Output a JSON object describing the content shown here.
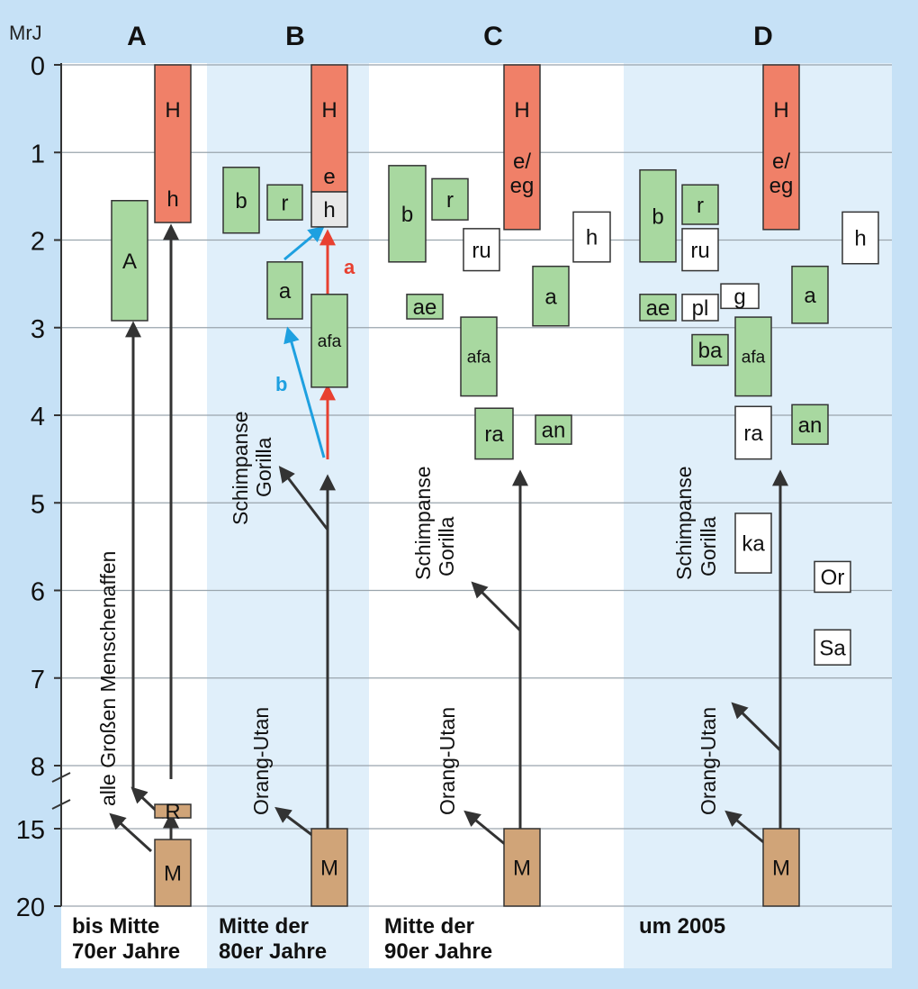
{
  "axis": {
    "unit": "MrJ",
    "ticks": [
      "0",
      "1",
      "2",
      "3",
      "4",
      "5",
      "6",
      "7",
      "8",
      "15",
      "20"
    ]
  },
  "columns": [
    {
      "letter": "A",
      "caption": [
        "bis Mitte",
        "70er Jahre"
      ]
    },
    {
      "letter": "B",
      "caption": [
        "Mitte der",
        "80er Jahre"
      ]
    },
    {
      "letter": "C",
      "caption": [
        "Mitte der",
        "90er Jahre"
      ]
    },
    {
      "letter": "D",
      "caption": [
        "um 2005"
      ]
    }
  ],
  "colors": {
    "homo": "#f08068",
    "green": "#a8d8a0",
    "brown": "#d0a478",
    "white": "#ffffff",
    "gray": "#e8e8e8",
    "red_arrow": "#e84030",
    "blue_arrow": "#1ea0e0",
    "line": "#333333"
  },
  "boxes": {
    "A": [
      {
        "label": "H",
        "label2": "h",
        "start": 0,
        "end": 1.8,
        "fill": "homo"
      },
      {
        "label": "A",
        "start": 1.55,
        "end": 2.92,
        "fill": "green"
      },
      {
        "label": "R",
        "start": 12.3,
        "end": 13.8,
        "fill": "brown"
      },
      {
        "label": "M",
        "start": 15.7,
        "end": 20,
        "fill": "brown"
      }
    ],
    "B": [
      {
        "label": "H",
        "label2": "e",
        "start": 0,
        "end": 1.45,
        "fill": "homo"
      },
      {
        "label": "h",
        "start": 1.45,
        "end": 1.85,
        "fill": "gray"
      },
      {
        "label": "b",
        "start": 1.17,
        "end": 1.92,
        "fill": "green"
      },
      {
        "label": "r",
        "start": 1.37,
        "end": 1.77,
        "fill": "green"
      },
      {
        "label": "a",
        "start": 2.25,
        "end": 2.9,
        "fill": "green"
      },
      {
        "label": "afa",
        "start": 2.62,
        "end": 3.68,
        "fill": "green"
      },
      {
        "label": "M",
        "start": 15,
        "end": 20,
        "fill": "brown"
      }
    ],
    "C": [
      {
        "label": "H",
        "label2": "e/",
        "label3": "eg",
        "start": 0,
        "end": 1.88,
        "fill": "homo"
      },
      {
        "label": "b",
        "start": 1.15,
        "end": 2.25,
        "fill": "green"
      },
      {
        "label": "r",
        "start": 1.3,
        "end": 1.77,
        "fill": "green"
      },
      {
        "label": "ru",
        "start": 1.87,
        "end": 2.35,
        "fill": "white"
      },
      {
        "label": "h",
        "start": 1.68,
        "end": 2.25,
        "fill": "white"
      },
      {
        "label": "a",
        "start": 2.3,
        "end": 2.98,
        "fill": "green"
      },
      {
        "label": "ae",
        "start": 2.62,
        "end": 2.9,
        "fill": "green"
      },
      {
        "label": "afa",
        "start": 2.88,
        "end": 3.78,
        "fill": "green"
      },
      {
        "label": "ra",
        "start": 3.92,
        "end": 4.5,
        "fill": "green"
      },
      {
        "label": "an",
        "start": 4.0,
        "end": 4.33,
        "fill": "green"
      },
      {
        "label": "M",
        "start": 15,
        "end": 20,
        "fill": "brown"
      }
    ],
    "D": [
      {
        "label": "H",
        "label2": "e/",
        "label3": "eg",
        "start": 0,
        "end": 1.88,
        "fill": "homo"
      },
      {
        "label": "b",
        "start": 1.2,
        "end": 2.25,
        "fill": "green"
      },
      {
        "label": "r",
        "start": 1.37,
        "end": 1.82,
        "fill": "green"
      },
      {
        "label": "ru",
        "start": 1.87,
        "end": 2.35,
        "fill": "white"
      },
      {
        "label": "h",
        "start": 1.68,
        "end": 2.27,
        "fill": "white"
      },
      {
        "label": "a",
        "start": 2.3,
        "end": 2.95,
        "fill": "green"
      },
      {
        "label": "g",
        "start": 2.5,
        "end": 2.78,
        "fill": "white"
      },
      {
        "label": "ae",
        "start": 2.62,
        "end": 2.92,
        "fill": "green"
      },
      {
        "label": "pl",
        "start": 2.62,
        "end": 2.92,
        "fill": "white"
      },
      {
        "label": "afa",
        "start": 2.88,
        "end": 3.78,
        "fill": "green"
      },
      {
        "label": "ba",
        "start": 3.08,
        "end": 3.43,
        "fill": "green"
      },
      {
        "label": "ra",
        "start": 3.9,
        "end": 4.5,
        "fill": "white"
      },
      {
        "label": "an",
        "start": 3.88,
        "end": 4.33,
        "fill": "green"
      },
      {
        "label": "ka",
        "start": 5.12,
        "end": 5.8,
        "fill": "white"
      },
      {
        "label": "Or",
        "start": 5.67,
        "end": 6.02,
        "fill": "white"
      },
      {
        "label": "Sa",
        "start": 6.45,
        "end": 6.85,
        "fill": "white"
      },
      {
        "label": "M",
        "start": 15,
        "end": 20,
        "fill": "brown"
      }
    ]
  },
  "lineage_labels": {
    "all_apes": "alle Großen Menschenaffen",
    "orang": "Orang-Utan",
    "schimpanse": "Schimpanse",
    "gorilla": "Gorilla",
    "arrow_a": "a",
    "arrow_b": "b"
  }
}
